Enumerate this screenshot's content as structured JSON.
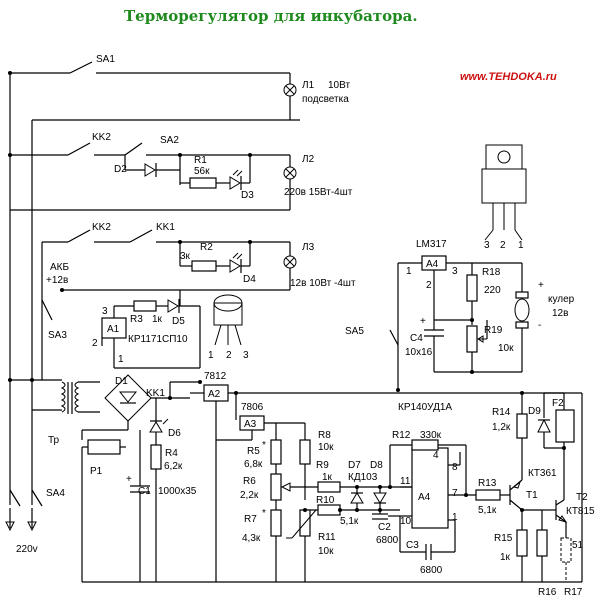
{
  "title": "Терморегулятор для инкубатора.",
  "website": "www.TEHDOKA.ru",
  "supply": "220v",
  "switches": [
    "SA1",
    "SA2",
    "SA3",
    "SA4",
    "SA5"
  ],
  "relay_contacts": [
    "KK2",
    "KK2",
    "KK1",
    "KK1"
  ],
  "lamps": {
    "l1": {
      "ref": "Л1",
      "rating": "10Вт",
      "desc": "подсветка"
    },
    "l2": {
      "ref": "Л2",
      "rating": "220в 15Вт-4шт"
    },
    "l3": {
      "ref": "Л3",
      "rating": "12в 10Вт -4шт"
    }
  },
  "components": {
    "R1": {
      "ref": "R1",
      "value": "56к"
    },
    "R2": {
      "ref": "R2",
      "value": "3к"
    },
    "R3": {
      "ref": "R3",
      "value": "1к"
    },
    "R4": {
      "ref": "R4",
      "value": "6,2к"
    },
    "R5": {
      "ref": "R5",
      "value": "6,8к"
    },
    "R6": {
      "ref": "R6",
      "value": "2,2к"
    },
    "R7": {
      "ref": "R7",
      "value": "4,3к"
    },
    "R8": {
      "ref": "R8",
      "value": "10к"
    },
    "R9": {
      "ref": "R9",
      "value": "1к"
    },
    "R10": {
      "ref": "R10",
      "value": "5,1к"
    },
    "R11": {
      "ref": "R11",
      "value": "10к"
    },
    "R12": {
      "ref": "R12",
      "value": "330к"
    },
    "R13": {
      "ref": "R13",
      "value": "5,1к"
    },
    "R14": {
      "ref": "R14",
      "value": "1,2к"
    },
    "R15": {
      "ref": "R15",
      "value": "1к"
    },
    "R16": {
      "ref": "R16"
    },
    "R17": {
      "ref": "R17"
    },
    "R18": {
      "ref": "R18",
      "value": "220"
    },
    "R19": {
      "ref": "R19",
      "value": "10к"
    },
    "C1": {
      "ref": "C1",
      "value": "1000x35"
    },
    "C2": {
      "ref": "C2",
      "value": "6800"
    },
    "C3": {
      "ref": "C3",
      "value": "6800"
    },
    "C4": {
      "ref": "C4",
      "value": "10x16"
    },
    "D1": "D1",
    "D2": "D2",
    "D3": "D3",
    "D4": "D4",
    "D5": "D5",
    "D6": "D6",
    "D7": "D7",
    "D8": "D8",
    "D9": "D9",
    "D7D8_type": "КД103"
  },
  "chips": {
    "A1": {
      "ref": "A1",
      "type": "КР1171СП10"
    },
    "A2": {
      "ref": "A2",
      "type": "7812"
    },
    "A3": {
      "ref": "A3",
      "type": "7806"
    },
    "A4": {
      "ref": "A4",
      "type": "КР140УД1А"
    },
    "LM": {
      "ref": "A4",
      "type": "LM317"
    }
  },
  "transistors": {
    "T1": {
      "ref": "T1",
      "type": "КТ361"
    },
    "T2": {
      "ref": "T2",
      "type": "КТ815"
    }
  },
  "misc": {
    "akb": "АКБ",
    "akb_v": "+12в",
    "plus": "+",
    "minus": "-",
    "star": "*",
    "tr": "Тр",
    "p1": "P1",
    "f2": "F2",
    "kk1": "KK1",
    "cooler": "кулер",
    "cooler_v": "12в",
    "lm_pin1": "1",
    "lm_pin2": "2",
    "lm_pin3": "3",
    "a1_pin1": "1",
    "a1_pin2": "2",
    "a1_pin3": "3",
    "a4_p1": "1",
    "a4_p4": "4",
    "a4_p7": "7",
    "a4_p8": "8",
    "a4_p10": "10",
    "a4_p11": "11",
    "r17_val": "51"
  }
}
